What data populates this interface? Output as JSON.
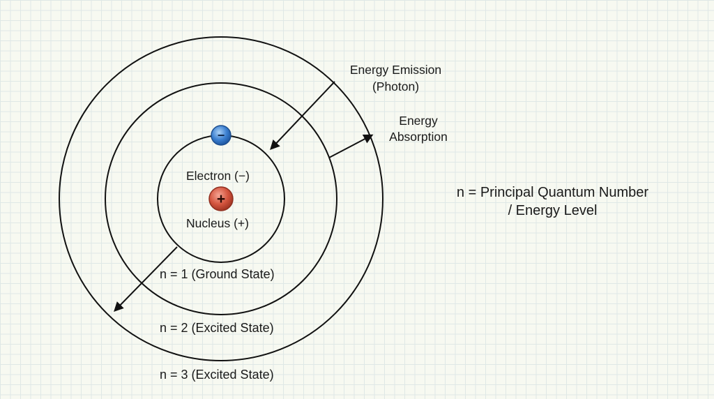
{
  "labels": {
    "electron": "Electron (−)",
    "nucleus": "Nucleus (+)",
    "electron_symbol": "−",
    "nucleus_symbol": "+",
    "n1": "n = 1 (Ground State)",
    "n2": "n = 2 (Excited State)",
    "n3": "n = 3 (Excited State)",
    "emission_line1": "Energy Emission",
    "emission_line2": "(Photon)",
    "absorption_line1": "Energy",
    "absorption_line2": "Absorption",
    "legend_line1": "n = Principal Quantum Number",
    "legend_line2": "/ Energy Level"
  },
  "colors": {
    "electron": "#3b7fd0",
    "nucleus": "#d4553f",
    "stroke": "#111111"
  }
}
